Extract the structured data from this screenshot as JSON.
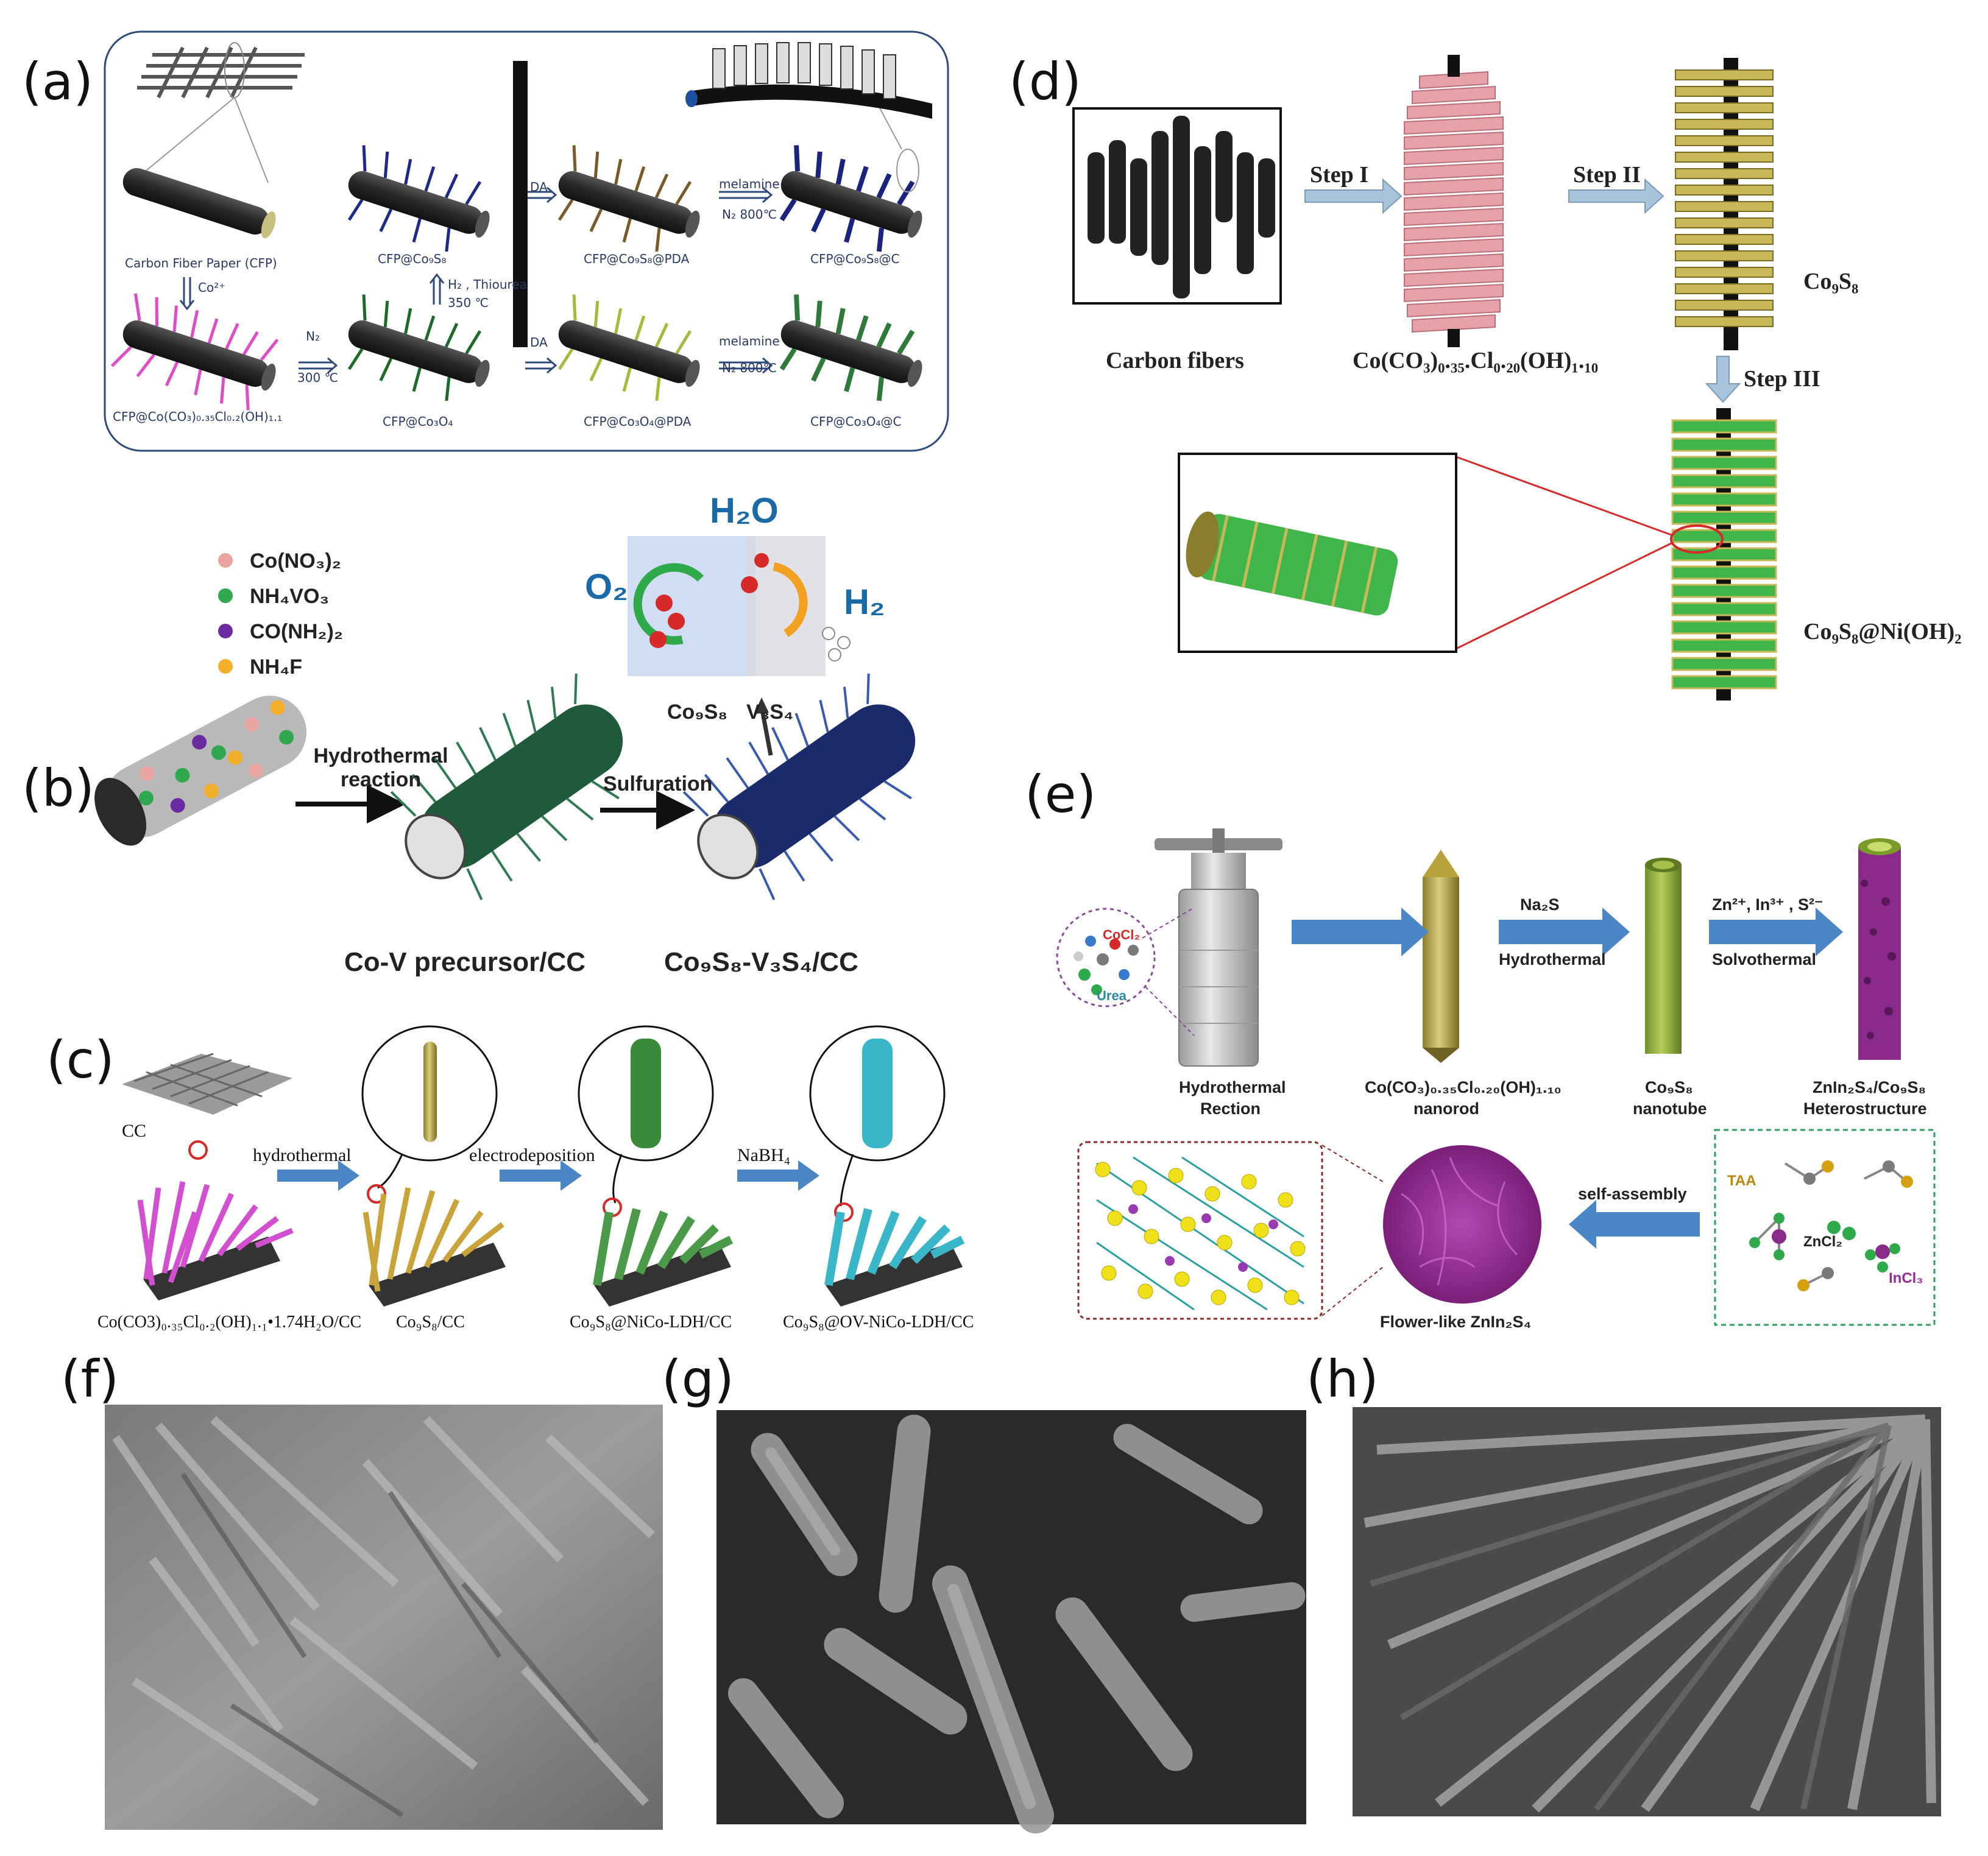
{
  "panels": {
    "a": {
      "label": "(a)",
      "carbon_fiber_paper": "Carbon Fiber Paper (CFP)",
      "co2_plus": "Co²⁺",
      "cfp_co_precursor": "CFP@Co(CO₃)₀.₃₅Cl₀.₂(OH)₁.₁",
      "n2": "N₂",
      "t300": "300 ℃",
      "cfp_co3o4": "CFP@Co₃O₄",
      "h2_thiourea": "H₂ , Thiourea",
      "t350": "350 ℃",
      "cfp_co9s8": "CFP@Co₉S₈",
      "da_top": "DA",
      "cfp_co9s8_pda": "CFP@Co₉S₈@PDA",
      "melamine_top": "melamine",
      "n2_800_top": "N₂ 800℃",
      "cfp_co9s8_c": "CFP@Co₉S₈@C",
      "da_bottom": "DA",
      "cfp_co3o4_pda": "CFP@Co₃O₄@PDA",
      "melamine_bottom": "melamine",
      "n2_800_bottom": "N₂ 800℃",
      "cfp_co3o4_c": "CFP@Co₃O₄@C"
    },
    "b": {
      "label": "(b)",
      "legend": [
        "Co(NO₃)₂",
        "NH₄VO₃",
        "CO(NH₂)₂",
        "NH₄F"
      ],
      "step1": "Hydrothermal reaction",
      "step2": "Sulfuration",
      "product1": "Co-V precursor/CC",
      "product2": "Co₉S₈-V₃S₄/CC",
      "h2o": "H₂O",
      "o2": "O₂",
      "h2": "H₂",
      "co9s8": "Co₉S₈",
      "v3s4": "V₃S₄"
    },
    "c": {
      "label": "(c)",
      "cc": "CC",
      "step1": "hydrothermal",
      "step2": "electrodeposition",
      "step3": "NaBH₄",
      "p1": "Co(CO3)₀.₃₅Cl₀.₂(OH)₁.₁•1.74H₂O/CC",
      "p2": "Co₉S₈/CC",
      "p3": "Co₉S₈@NiCo-LDH/CC",
      "p4": "Co₉S₈@OV-NiCo-LDH/CC"
    },
    "d": {
      "label": "(d)",
      "carbon_fibers": "Carbon fibers",
      "step1": "Step I",
      "step2": "Step II",
      "step3": "Step III",
      "precursor": "Co(CO₃)₀.₃₅.Cl₀.₂₀(OH)₁.₁₀",
      "co9s8": "Co₉S₈",
      "product": "Co₉S₈@Ni(OH)₂"
    },
    "e": {
      "label": "(e)",
      "cocl2": "CoCl₂",
      "urea": "Urea",
      "hydrothermal_rection": [
        "Hydrothermal",
        "Rection"
      ],
      "nanorod": [
        "Co(CO₃)₀.₃₅Cl₀.₂₀(OH)₁.₁₀",
        "nanorod"
      ],
      "na2s": "Na₂S",
      "hydrothermal": "Hydrothermal",
      "nanotube": [
        "Co₉S₈",
        "nanotube"
      ],
      "ions": "Zn²⁺, In³⁺ , S²⁻",
      "solvothermal": "Solvothermal",
      "hetero": [
        "ZnIn₂S₄/Co₉S₈",
        "Heterostructure"
      ],
      "self_assembly": "self-assembly",
      "taa": "TAA",
      "zncl2": "ZnCl₂",
      "incl3": "InCl₃",
      "flower": "Flower-like  ZnIn₂S₄"
    },
    "f": {
      "label": "(f)"
    },
    "g": {
      "label": "(g)"
    },
    "h": {
      "label": "(h)"
    }
  },
  "colors": {
    "fiber": "#2b2b2b",
    "blue_arrow": "#4a86c6",
    "pink": "#e7a1a8",
    "green": "#3aa34a",
    "yellow": "#c9b85a",
    "magenta": "#d24fd0",
    "cyan": "#3ab6c9",
    "purple": "#8a2a8a",
    "sem_gray": "#6b6b6b"
  }
}
